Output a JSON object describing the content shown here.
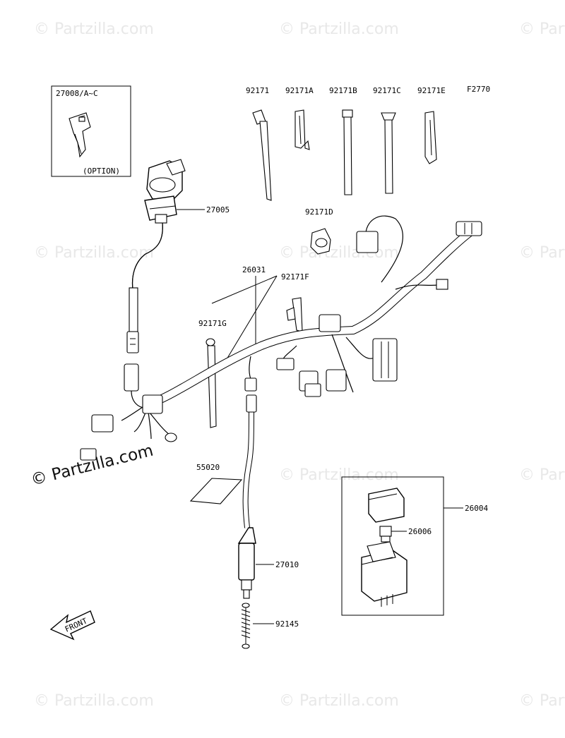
{
  "watermark": {
    "text": "© Partzilla.com",
    "strong_text": "© Partzilla.com"
  },
  "diagram_code": "F2770",
  "option_label": "(OPTION)",
  "front_label": "FRONT",
  "parts": [
    {
      "id": "key",
      "label": "27008/A~C"
    },
    {
      "id": "ignition-switch",
      "label": "27005"
    },
    {
      "id": "clamp-92171",
      "label": "92171"
    },
    {
      "id": "clamp-92171a",
      "label": "92171A"
    },
    {
      "id": "clamp-92171b",
      "label": "92171B"
    },
    {
      "id": "clamp-92171c",
      "label": "92171C"
    },
    {
      "id": "clamp-92171e",
      "label": "92171E"
    },
    {
      "id": "clamp-92171d",
      "label": "92171D"
    },
    {
      "id": "wiring-harness",
      "label": "26031"
    },
    {
      "id": "clamp-92171f",
      "label": "92171F"
    },
    {
      "id": "clamp-92171g",
      "label": "92171G"
    },
    {
      "id": "pad",
      "label": "55020"
    },
    {
      "id": "relay-assembly",
      "label": "26004"
    },
    {
      "id": "fuse",
      "label": "26006"
    },
    {
      "id": "brake-switch",
      "label": "27010"
    },
    {
      "id": "spring",
      "label": "92145"
    }
  ]
}
